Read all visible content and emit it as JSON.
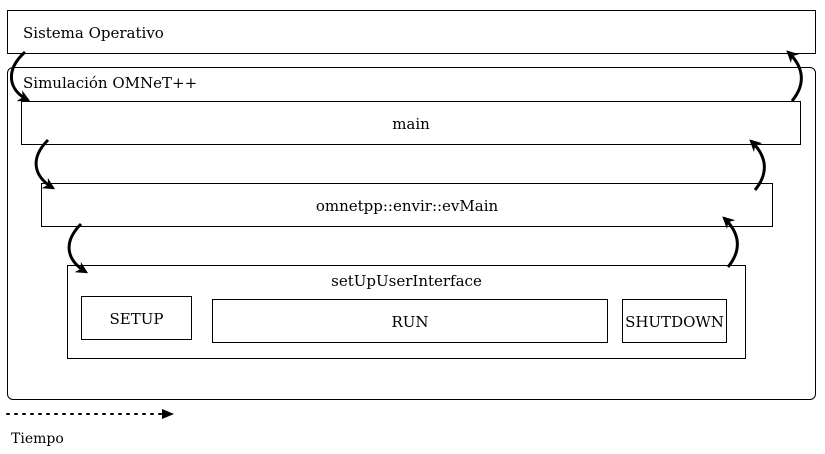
{
  "diagram": {
    "sistema_operativo": "Sistema Operativo",
    "simulacion": "Simulación OMNeT++",
    "main": "main",
    "evmain": "omnetpp::envir::evMain",
    "setup_user_interface": "setUpUserInterface",
    "phases": {
      "setup": "SETUP",
      "run": "RUN",
      "shutdown": "SHUTDOWN"
    },
    "time_axis_label": "Tiempo"
  }
}
